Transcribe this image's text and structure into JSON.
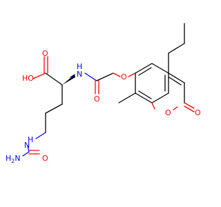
{
  "molecule": {
    "colors": {
      "bond": "#000000",
      "oxygen": "#ff0000",
      "nitrogen": "#0000ff",
      "background": "#ffffff"
    },
    "atom_labels": {
      "carboxyl_oh": "HO",
      "carboxyl_o": "O",
      "amide_nh": "H",
      "amide_n": "N",
      "amide_o": "O",
      "ether_o": "O",
      "ring_o": "O",
      "lactone_o": "O",
      "urea_nh": "H",
      "urea_n": "N",
      "urea_nh2": "H",
      "urea_n2": "N",
      "urea_h2_sub": "2",
      "urea_o": "O"
    }
  }
}
